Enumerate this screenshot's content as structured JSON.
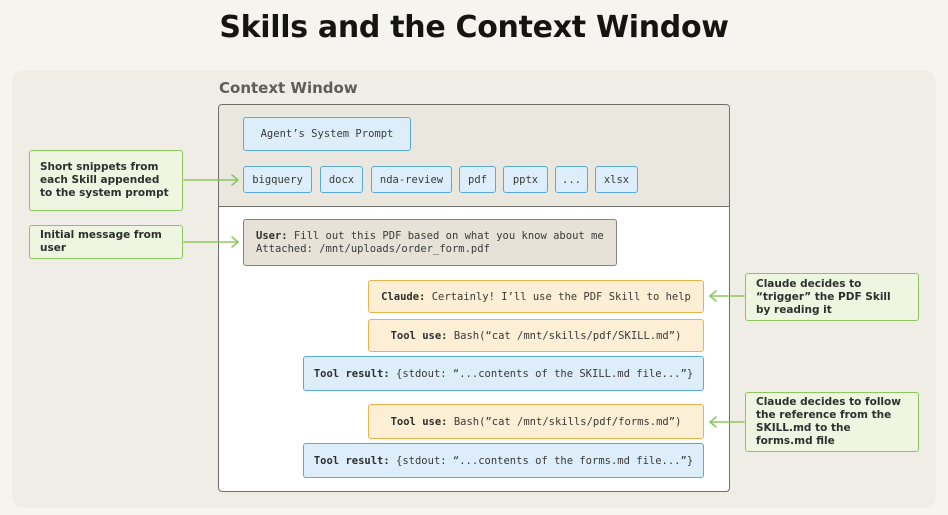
{
  "title": "Skills and the Context Window",
  "context_window_label": "Context Window",
  "system_prompt": "Agent’s System Prompt",
  "skills": [
    "bigquery",
    "docx",
    "nda-review",
    "pdf",
    "pptx",
    "...",
    "xlsx"
  ],
  "user_message": {
    "speaker": "User:",
    "text": " Fill out this PDF based on what you know about me",
    "attachment": "Attached: /mnt/uploads/order_form.pdf"
  },
  "claude_message": {
    "speaker": "Claude:",
    "text": " Certainly! I’ll use the PDF Skill to help"
  },
  "tool_use_1": {
    "label": "Tool use:",
    "text": " Bash(“cat /mnt/skills/pdf/SKILL.md”)"
  },
  "tool_result_1": {
    "label": "Tool result:",
    "text": " {stdout: “...contents of the SKILL.md file...”}"
  },
  "tool_use_2": {
    "label": "Tool use:",
    "text": " Bash(”cat /mnt/skills/pdf/forms.md”)"
  },
  "tool_result_2": {
    "label": "Tool result:",
    "text": " {stdout: “...contents of the forms.md file...”}"
  },
  "annotations": {
    "snippets": "Short snippets from each Skill appended to the system prompt",
    "initial_message": "Initial message from user",
    "trigger": "Claude decides to “trigger” the PDF Skill by reading it",
    "follow_reference": "Claude decides to follow the reference from the SKILL.md to the forms.md file"
  },
  "colors": {
    "annotation_green": "#8dc65f",
    "system_blue": "#5aa9dc",
    "claude_yellow": "#ecb24a"
  }
}
